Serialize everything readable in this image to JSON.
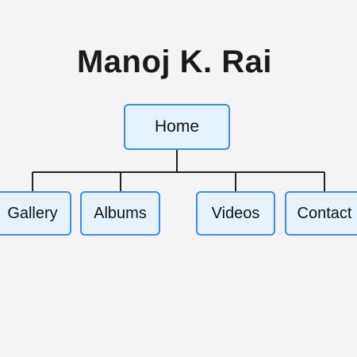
{
  "title": "Manoj K. Rai",
  "root": {
    "label": "Home"
  },
  "children": [
    {
      "label": "Gallery"
    },
    {
      "label": "Albums"
    },
    {
      "label": "Videos"
    },
    {
      "label": "Contact"
    }
  ],
  "colors": {
    "background": "#f4f4f4",
    "node_fill": "#e6f2fd",
    "node_border": "#3b8ee6",
    "connector": "#222222",
    "text": "#111111"
  }
}
